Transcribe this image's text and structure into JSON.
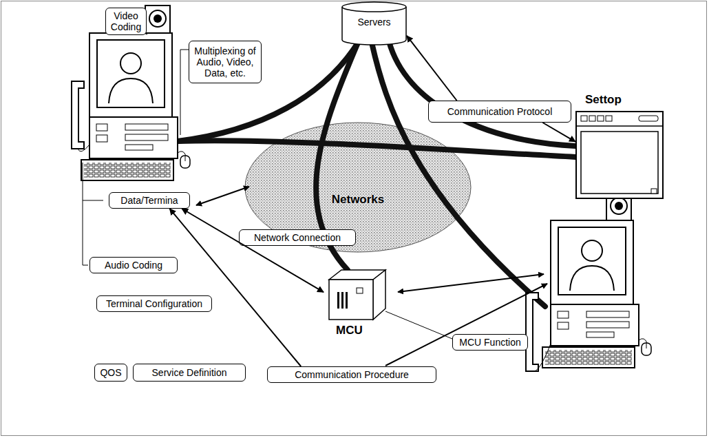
{
  "diagram": {
    "nodes": [
      {
        "text": [
          "Video Coding"
        ]
      },
      {
        "text": [
          "Multiplexing of Audio, Video, Data, etc."
        ]
      },
      {
        "text": [
          "Servers"
        ]
      },
      {
        "text": [
          "Communication Protocol"
        ]
      },
      {
        "text": [
          "Settop"
        ]
      },
      {
        "text": [
          "Networks"
        ]
      },
      {
        "text": [
          "Data/Termina"
        ]
      },
      {
        "text": [
          "Network Connection"
        ]
      },
      {
        "text": [
          "Audio Coding"
        ]
      },
      {
        "text": [
          "Terminal Configuration"
        ]
      },
      {
        "text": [
          "MCU"
        ]
      },
      {
        "text": [
          "MCU Function"
        ]
      },
      {
        "text": [
          "Communication Procedure"
        ]
      },
      {
        "text": [
          "QOS"
        ]
      },
      {
        "text": [
          "Service Definition"
        ]
      }
    ],
    "edges": [
      {
        "from": 3,
        "to": 2,
        "arrow": "to"
      },
      {
        "from": 3,
        "to": 4,
        "arrow": "to"
      },
      {
        "from": 6,
        "to": 10,
        "arrow": "both"
      },
      {
        "from": 12,
        "to": 6,
        "arrow": "to"
      }
    ]
  }
}
